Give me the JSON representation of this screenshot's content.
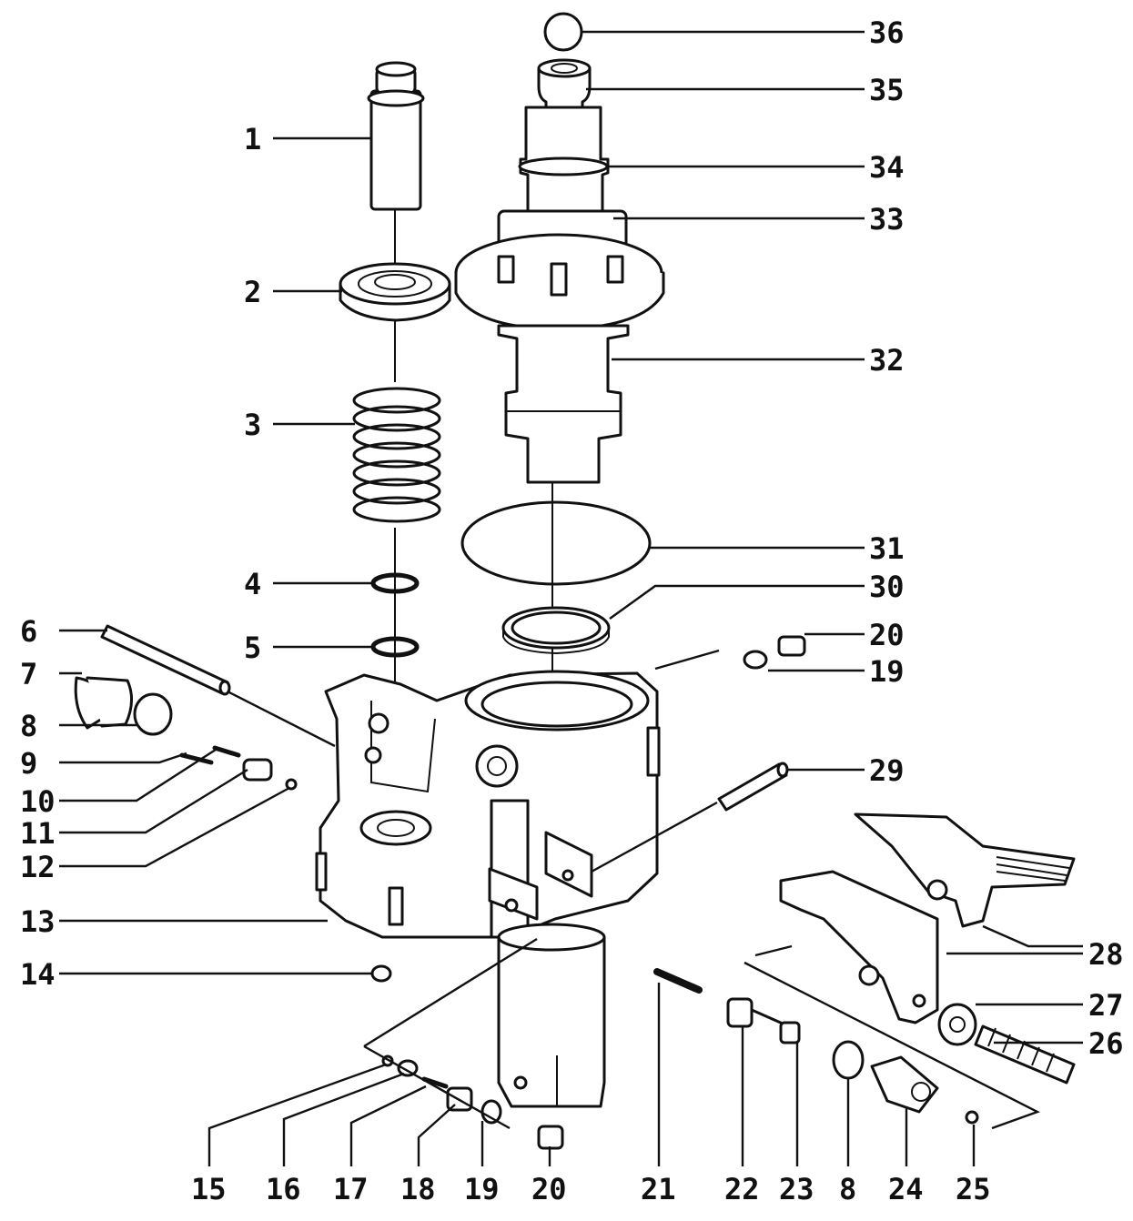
{
  "diagram": {
    "labels": {
      "p1": "1",
      "p2": "2",
      "p3": "3",
      "p4": "4",
      "p5": "5",
      "p6": "6",
      "p7": "7",
      "p8": "8",
      "p9": "9",
      "p10": "10",
      "p11": "11",
      "p12": "12",
      "p13": "13",
      "p14": "14",
      "p15": "15",
      "p16": "16",
      "p17": "17",
      "p18": "18",
      "p19": "19",
      "p20": "20",
      "p21": "21",
      "p22": "22",
      "p23": "23",
      "p8b": "8",
      "p24": "24",
      "p25": "25",
      "p26": "26",
      "p27": "27",
      "p28": "28",
      "p29": "29",
      "p20b": "20",
      "p19b": "19",
      "p30": "30",
      "p31": "31",
      "p32": "32",
      "p33": "33",
      "p34": "34",
      "p35": "35",
      "p36": "36"
    }
  }
}
